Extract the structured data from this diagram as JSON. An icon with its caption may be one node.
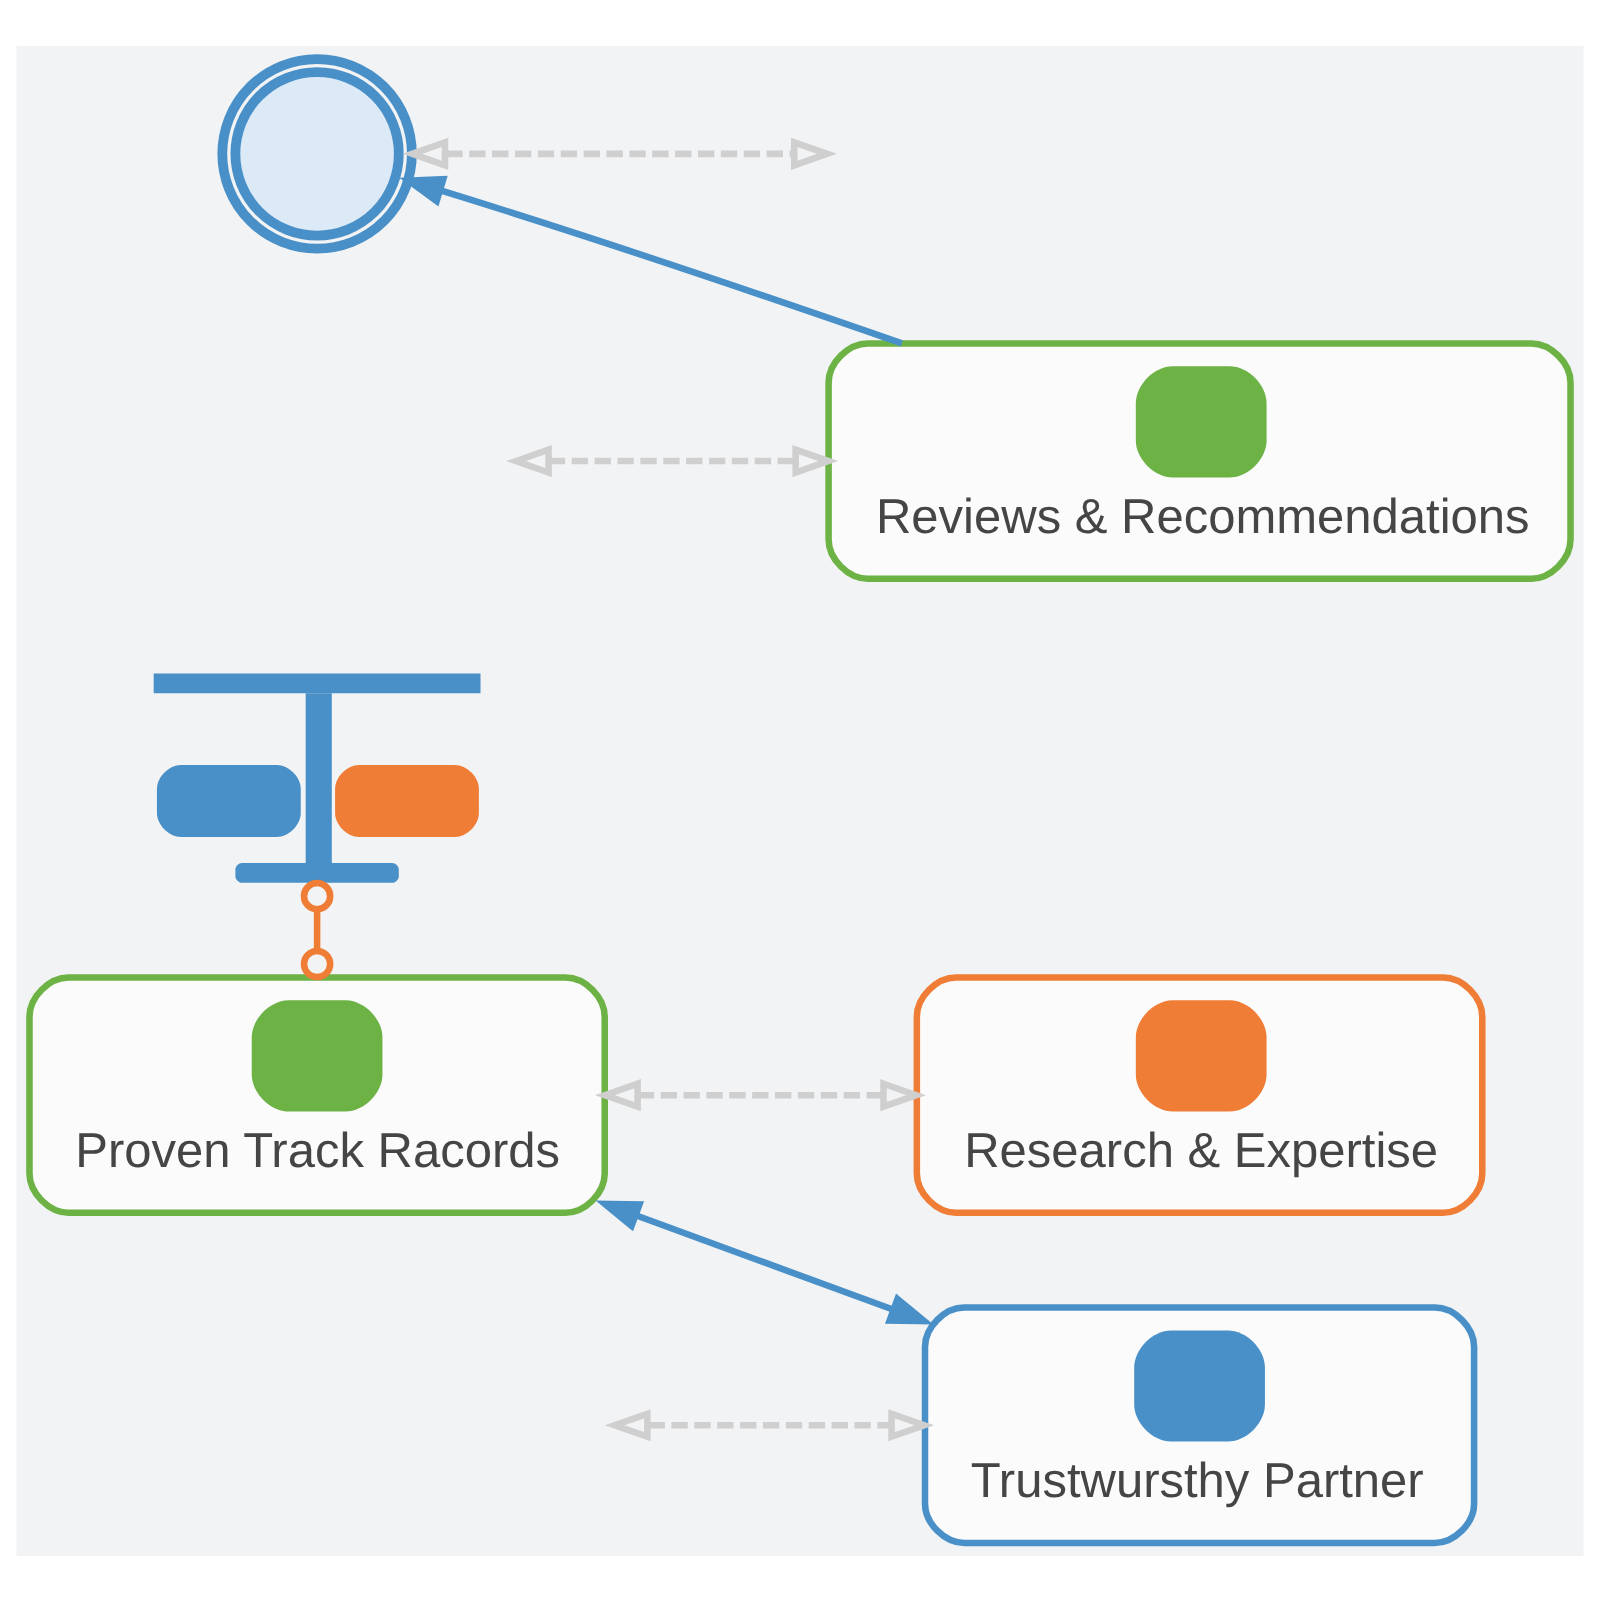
{
  "diagram": {
    "nodes": [
      {
        "text": [],
        "shape": "picture"
      },
      {
        "text": [
          "Reviews & Recommendations"
        ]
      },
      {
        "text": [],
        "shape": "picture"
      },
      {
        "text": [
          "Research & Expertise"
        ]
      },
      {
        "text": [
          "Proven Track Racords"
        ]
      },
      {
        "text": [
          "Trustwursthy Partner"
        ]
      }
    ],
    "edges": [
      {
        "from": 1,
        "to": 0,
        "arrow": "to",
        "color": "#4a90c8"
      },
      {
        "from": 2,
        "to": 4,
        "arrow": "other",
        "color": "#ef7d35"
      },
      {
        "from": 4,
        "to": 5,
        "arrow": "both",
        "color": "#4a90c8"
      },
      {
        "from": 0,
        "to": null,
        "arrow": "both",
        "style": "dashed",
        "color": "#cfcfcf"
      },
      {
        "from": null,
        "to": 1,
        "arrow": "both",
        "style": "dashed",
        "color": "#cfcfcf"
      },
      {
        "from": 4,
        "to": 3,
        "arrow": "both",
        "style": "dashed",
        "color": "#cfcfcf"
      },
      {
        "from": null,
        "to": 5,
        "arrow": "both",
        "style": "dashed",
        "color": "#cfcfcf"
      }
    ]
  }
}
